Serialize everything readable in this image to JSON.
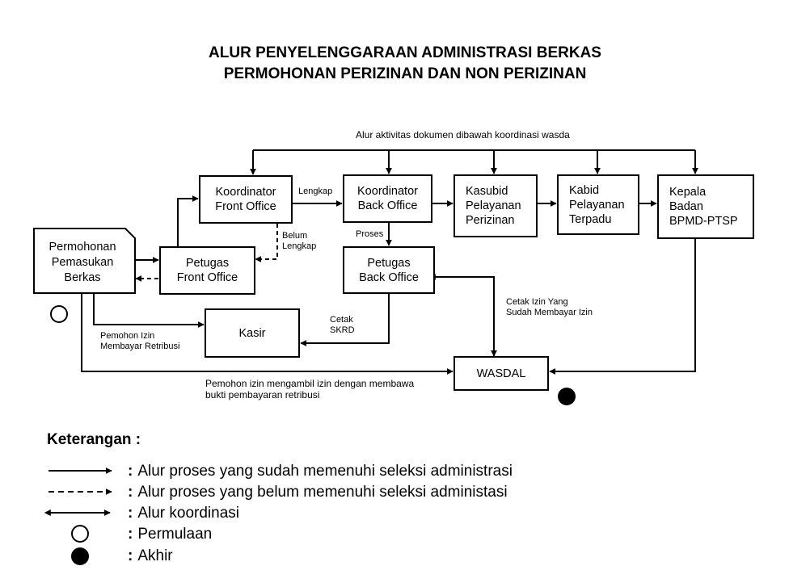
{
  "title": {
    "line1": "ALUR PENYELENGGARAAN ADMINISTRASI BERKAS",
    "line2": "PERMOHONAN PERIZINAN DAN NON PERIZINAN"
  },
  "boxes": {
    "permohonan": [
      "Permohonan",
      "Pemasukan",
      "Berkas"
    ],
    "koordinator_fo": [
      "Koordinator",
      "Front Office"
    ],
    "petugas_fo": [
      "Petugas",
      "Front Office"
    ],
    "koordinator_bo": [
      "Koordinator",
      "Back Office"
    ],
    "petugas_bo": [
      "Petugas",
      "Back Office"
    ],
    "kasubid": [
      "Kasubid",
      "Pelayanan",
      "Perizinan"
    ],
    "kabid": [
      "Kabid",
      "Pelayanan",
      "Terpadu"
    ],
    "kepala": [
      "Kepala",
      "Badan",
      "BPMD-PTSP"
    ],
    "kasir": "Kasir",
    "wasdal": "WASDAL"
  },
  "labels": {
    "top_coordination": "Alur aktivitas dokumen dibawah koordinasi wasda",
    "lengkap": "Lengkap",
    "belum_lengkap": [
      "Belum",
      "Lengkap"
    ],
    "proses": "Proses",
    "cetak_skrd": [
      "Cetak",
      "SKRD"
    ],
    "cetak_izin": [
      "Cetak Izin Yang",
      "Sudah Membayar Izin"
    ],
    "pemohon_retribusi": [
      "Pemohon Izin",
      "Membayar Retribusi"
    ],
    "pemohon_ambil": [
      "Pemohon izin mengambil izin dengan membawa",
      "bukti pembayaran retribusi"
    ]
  },
  "legend": {
    "title": "Keterangan :",
    "items": [
      {
        "icon": "solid-arrow-icon",
        "text": "Alur proses yang sudah memenuhi seleksi administrasi"
      },
      {
        "icon": "dashed-arrow-icon",
        "text": "Alur proses yang belum memenuhi seleksi administasi"
      },
      {
        "icon": "double-arrow-icon",
        "text": "Alur koordinasi"
      },
      {
        "icon": "open-circle-icon",
        "text": "Permulaan"
      },
      {
        "icon": "filled-circle-icon",
        "text": "Akhir"
      }
    ]
  }
}
